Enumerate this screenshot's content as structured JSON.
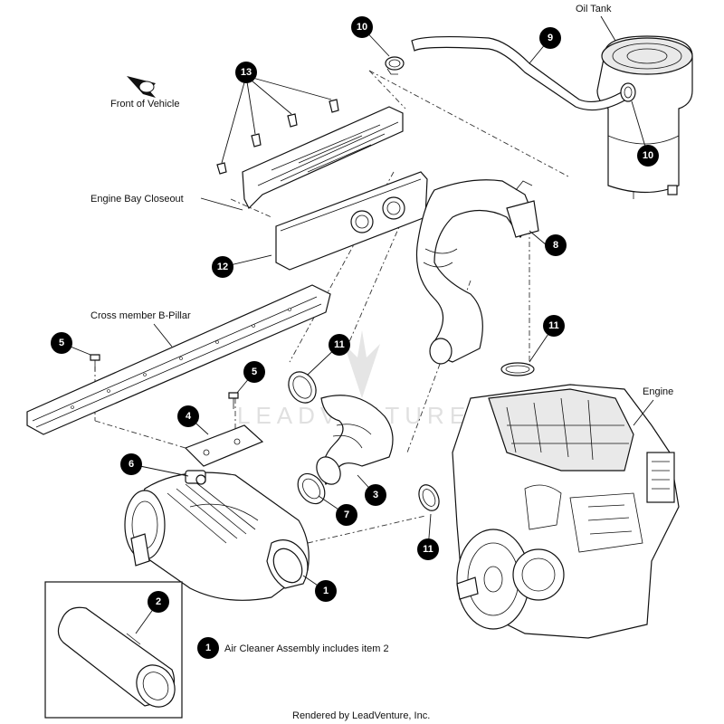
{
  "labels": {
    "oil_tank": "Oil Tank",
    "front_of_vehicle": "Front of Vehicle",
    "engine_bay_closeout": "Engine Bay Closeout",
    "cross_member": "Cross member B-Pillar",
    "engine": "Engine",
    "legend_note": "Air Cleaner Assembly includes item 2",
    "footer": "Rendered by LeadVenture, Inc.",
    "watermark": "LEADVENTURE"
  },
  "callouts": {
    "c10a": "10",
    "c9": "9",
    "c10b": "10",
    "c13": "13",
    "c8": "8",
    "c12": "12",
    "c5a": "5",
    "c11a": "11",
    "c11b": "11",
    "c5b": "5",
    "c4": "4",
    "c6": "6",
    "c3": "3",
    "c7": "7",
    "c11c": "11",
    "c1": "1",
    "c2": "2",
    "legend": "1"
  }
}
